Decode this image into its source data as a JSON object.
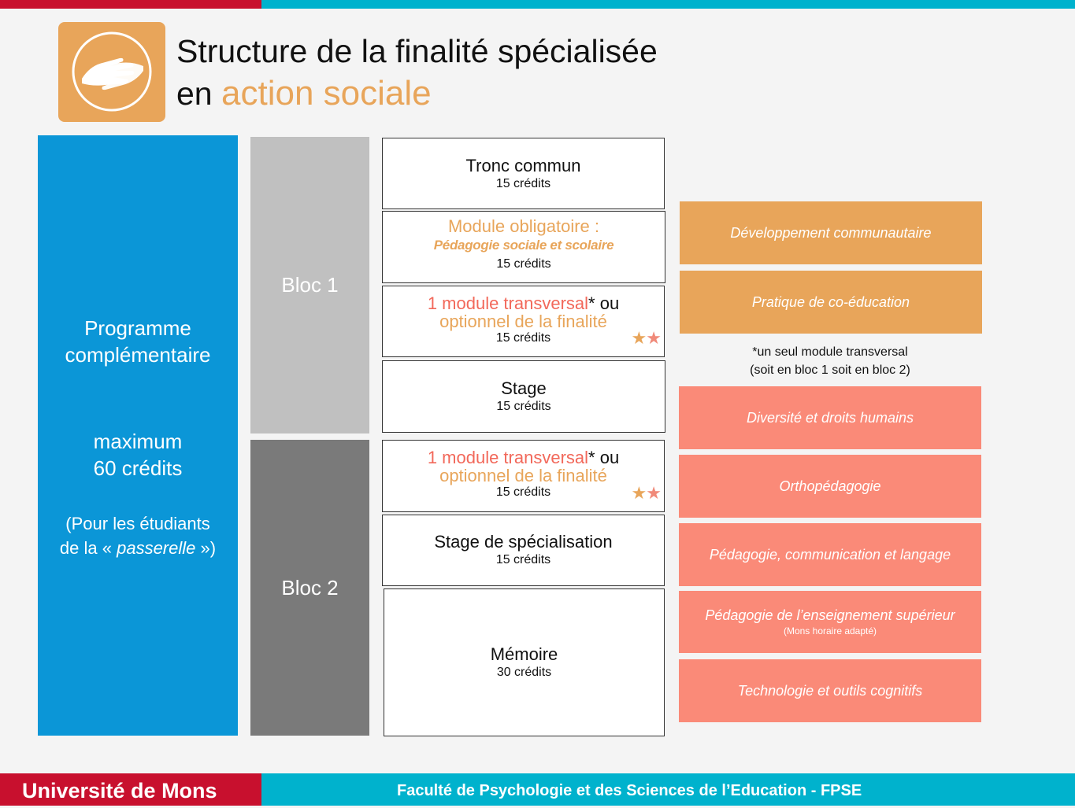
{
  "header": {
    "title_line1": "Structure de la finalité spécialisée",
    "title_line2_prefix": "en ",
    "title_line2_accent": "action sociale"
  },
  "left_panel": {
    "line1": "Programme",
    "line2": "complémentaire",
    "line3": "maximum",
    "line4": "60 crédits",
    "line5": "(Pour les étudiants",
    "line6_prefix": "de la « ",
    "line6_italic": "passerelle",
    "line6_suffix": " »)"
  },
  "blocs": {
    "bloc1": "Bloc 1",
    "bloc2": "Bloc 2"
  },
  "modules": {
    "tronc": {
      "title": "Tronc commun",
      "credits": "15 crédits"
    },
    "obligatoire": {
      "title": "Module obligatoire :",
      "subtitle": "Pédagogie sociale et scolaire",
      "credits": "15 crédits"
    },
    "transversal1": {
      "part1": "1 module transversal",
      "part2": "* ou",
      "part3": "optionnel de la finalité",
      "credits": "15 crédits",
      "stars": "★★"
    },
    "stage": {
      "title": "Stage",
      "credits": "15 crédits"
    },
    "transversal2": {
      "part1": "1 module transversal",
      "part2": "* ou",
      "part3": "optionnel de la finalité",
      "credits": "15 crédits",
      "stars": "★★"
    },
    "stage_spec": {
      "title": "Stage de spécialisation",
      "credits": "15 crédits"
    },
    "memoire": {
      "title": "Mémoire",
      "credits": "30 crédits"
    }
  },
  "options_orange": [
    "Développement communautaire",
    "Pratique de co-éducation"
  ],
  "note": {
    "line1": "*un seul module transversal",
    "line2": "(soit en bloc 1 soit en bloc 2)"
  },
  "options_salmon": [
    {
      "label": "Diversité et droits humains"
    },
    {
      "label": "Orthopédagogie"
    },
    {
      "label": "Pédagogie, communication et langage"
    },
    {
      "label": "Pédagogie de l’enseignement supérieur",
      "sublabel": "(Mons horaire adapté)"
    },
    {
      "label": "Technologie et outils cognitifs"
    }
  ],
  "footer": {
    "university": "Université de Mons",
    "faculty": "Faculté de Psychologie  et des Sciences de l’Education - FPSE"
  },
  "colors": {
    "orange": "#e8a55a",
    "salmon": "#fa8a78",
    "blue": "#0b96d7",
    "red": "#c8102e",
    "teal": "#00b2cd"
  }
}
